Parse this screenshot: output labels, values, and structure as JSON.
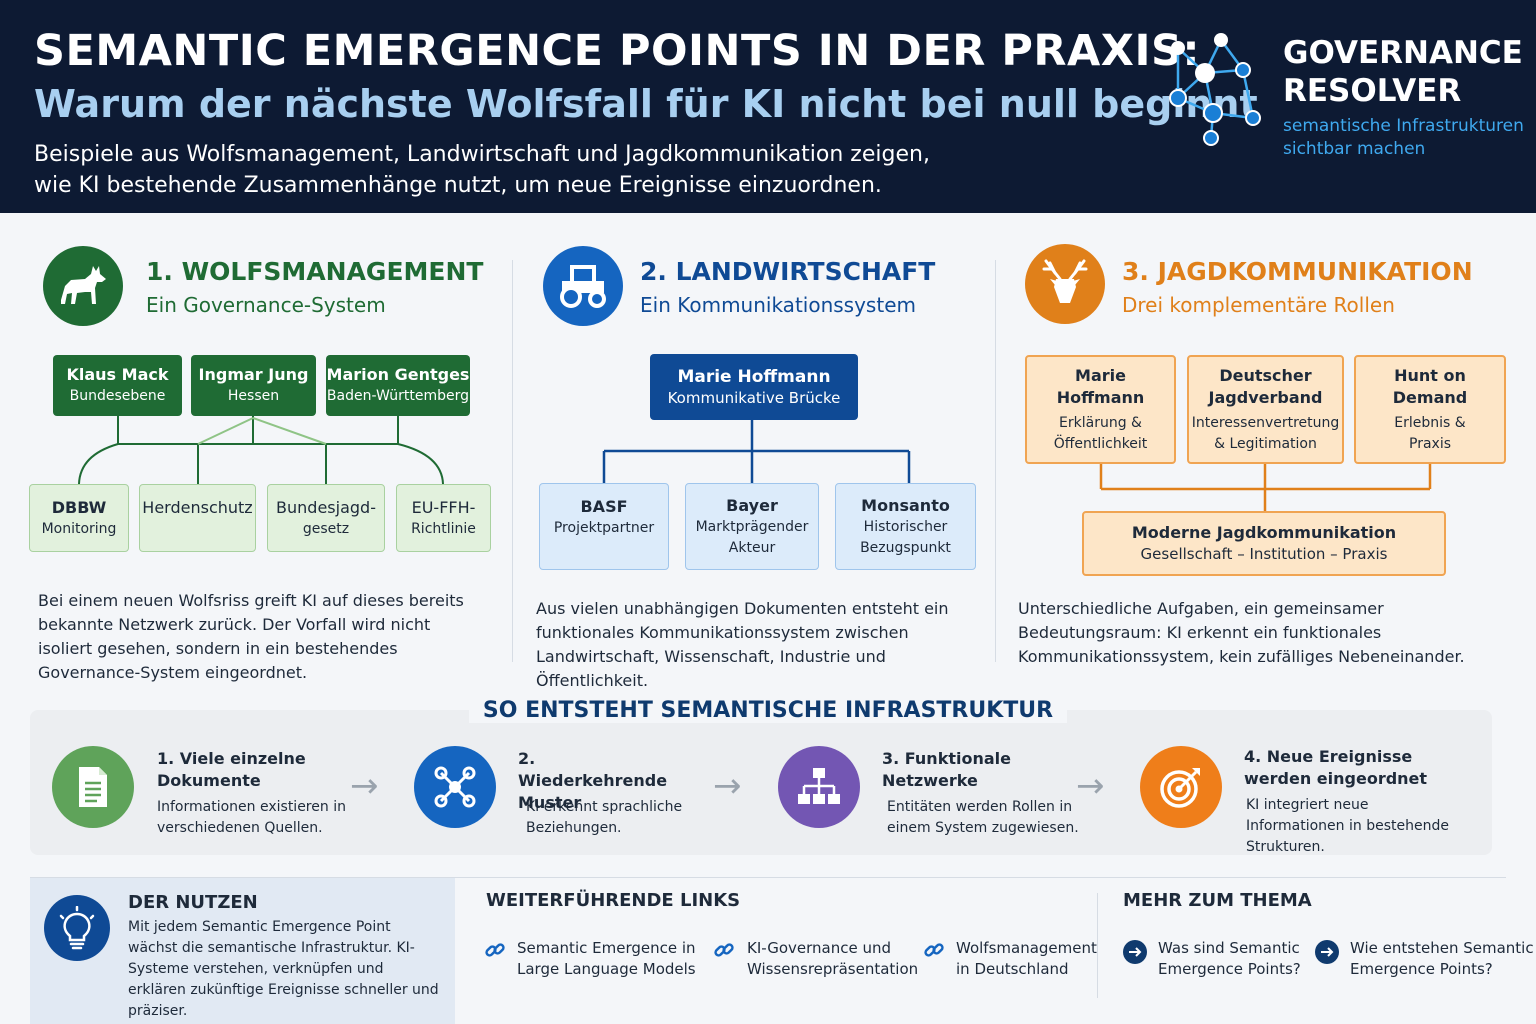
{
  "header": {
    "title": "SEMANTIC EMERGENCE POINTS IN DER PRAXIS:",
    "subtitle": "Warum der nächste Wolfsfall für KI nicht bei null beginnt",
    "description_line1": "Beispiele aus Wolfsmanagement, Landwirtschaft und Jagdkommunikation zeigen,",
    "description_line2": "wie KI bestehende Zusammenhänge nutzt, um neue Ereignisse einzuordnen.",
    "brand_line1": "GOVERNANCE",
    "brand_line2": "RESOLVER",
    "brand_tag_line1": "semantische Infrastrukturen",
    "brand_tag_line2": "sichtbar machen"
  },
  "colors": {
    "navy": "#0d1a33",
    "green": "#1f6b34",
    "blue": "#0f4a95",
    "orange": "#e0801a",
    "accent_blue": "#3fa9ef"
  },
  "sections": {
    "wolf": {
      "icon": "wolf-icon",
      "title": "1. WOLFSMANAGEMENT",
      "subtitle": "Ein Governance-System",
      "people": [
        {
          "name": "Klaus Mack",
          "role": "Bundesebene"
        },
        {
          "name": "Ingmar Jung",
          "role": "Hessen"
        },
        {
          "name": "Marion Gentges",
          "role": "Baden-Württemberg"
        }
      ],
      "nodes": [
        {
          "name": "DBBW",
          "role": "Monitoring"
        },
        {
          "name": "Herdenschutz",
          "role": ""
        },
        {
          "name": "Bundesjagd-",
          "role": "gesetz"
        },
        {
          "name": "EU-FFH-",
          "role": "Richtlinie"
        }
      ],
      "text": "Bei einem neuen Wolfsriss greift KI auf dieses bereits bekannte Netzwerk zurück. Der Vorfall wird nicht isoliert gesehen, sondern in ein bestehendes Governance-System eingeordnet."
    },
    "farm": {
      "icon": "tractor-icon",
      "title": "2. LANDWIRTSCHAFT",
      "subtitle": "Ein Kommunikationssystem",
      "top": {
        "name": "Marie Hoffmann",
        "role": "Kommunikative Brücke"
      },
      "nodes": [
        {
          "name": "BASF",
          "role": "Projektpartner"
        },
        {
          "name": "Bayer",
          "role": "Marktprägender Akteur"
        },
        {
          "name": "Monsanto",
          "role": "Historischer Bezugspunkt"
        }
      ],
      "text": "Aus vielen unabhängigen Dokumenten entsteht ein funktionales Kommunikationssystem zwischen Landwirtschaft, Wissenschaft, Industrie und Öffentlichkeit."
    },
    "hunt": {
      "icon": "deer-icon",
      "title": "3. JAGDKOMMUNIKATION",
      "subtitle": "Drei komplementäre Rollen",
      "roles": [
        {
          "name": "Marie Hoffmann",
          "role": "Erklärung & Öffentlichkeit"
        },
        {
          "name": "Deutscher Jagdverband",
          "role": "Interessenvertretung & Legitimation"
        },
        {
          "name": "Hunt on Demand",
          "role": "Erlebnis & Praxis"
        }
      ],
      "result": {
        "name": "Moderne Jagdkommunikation",
        "role": "Gesellschaft – Institution – Praxis"
      },
      "text": "Unterschiedliche Aufgaben, ein gemeinsamer Bedeutungsraum: KI erkennt ein funktionales Kommunikationssystem, kein zufälliges Nebeneinander."
    }
  },
  "process": {
    "title": "SO ENTSTEHT SEMANTISCHE INFRASTRUKTUR",
    "steps": [
      {
        "icon": "document-icon",
        "title": "1. Viele einzelne Dokumente",
        "desc": "Informationen existieren in verschiedenen Quellen."
      },
      {
        "icon": "network-icon",
        "title": "2. Wiederkehrende Muster",
        "desc": "KI erkennt sprachliche Beziehungen."
      },
      {
        "icon": "hierarchy-icon",
        "title": "3. Funktionale Netzwerke",
        "desc": "Entitäten werden Rollen in einem System zugewiesen."
      },
      {
        "icon": "target-icon",
        "title": "4. Neue Ereignisse werden eingeordnet",
        "desc": "KI integriert neue Informationen in bestehende Strukturen."
      }
    ]
  },
  "benefit": {
    "icon": "lightbulb-icon",
    "title": "DER NUTZEN",
    "text": "Mit jedem Semantic Emergence Point wächst die semantische Infrastruktur. KI-Systeme verstehen, verknüpfen und erklären zukünftige Ereignisse schneller und präziser."
  },
  "links": {
    "title": "WEITERFÜHRENDE LINKS",
    "items": [
      {
        "line1": "Semantic Emergence in",
        "line2": "Large Language Models"
      },
      {
        "line1": "KI-Governance und",
        "line2": "Wissensrepräsentation"
      },
      {
        "line1": "Wolfsmanagement",
        "line2": "in Deutschland"
      }
    ]
  },
  "more": {
    "title": "MEHR ZUM THEMA",
    "items": [
      {
        "line1": "Was sind Semantic",
        "line2": "Emergence Points?"
      },
      {
        "line1": "Wie entstehen Semantic",
        "line2": "Emergence Points?"
      }
    ]
  }
}
